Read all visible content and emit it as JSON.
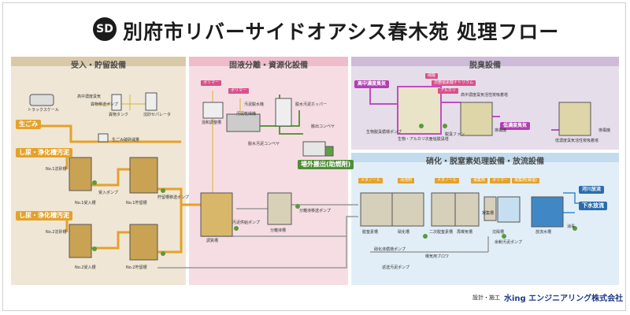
{
  "title": "別府市リバーサイドオアシス春木苑 処理フロー",
  "logo_text": "SD",
  "sections": {
    "receive": "受入・貯留設備",
    "solid": "固液分離・資源化設備",
    "deodor": "脱臭設備",
    "nitri": "硝化・脱窒素処理設備・放流設備"
  },
  "inputs": {
    "garbage": "生ごみ",
    "sludge1": "し尿・浄化槽汚泥",
    "sludge2": "し尿・浄化槽汚泥"
  },
  "receive_labels": {
    "truck": "トラックスケール",
    "tank1": "No.1沈砂槽",
    "recv1": "No.1受入槽",
    "store1": "No.1貯留槽",
    "tank2": "No.2沈砂槽",
    "recv2": "No.2受入槽",
    "store2": "No.2貯留槽",
    "pump_recv": "受入ポンプ",
    "pump_store": "貯留槽移送ポンプ",
    "garbage_unit": "生ごみ破砕減量",
    "high_gas": "高中濃度臭気",
    "sep_tank": "異物タンク",
    "sep_pump": "異物移送ポンプ",
    "grit": "沈砂セパレータ"
  },
  "solid_labels": {
    "polymer1": "ポリマー",
    "polymer2": "ポリマー",
    "mixer": "混和調整槽",
    "press": "汚泥脱水機",
    "dryer": "汚泥乾燥機",
    "hopper": "脱水汚泥ホッパー",
    "conveyor": "搬出コンベヤ",
    "cake_conv": "脱水汚泥コンベヤ",
    "carry_out": "場外搬出(助燃剤)",
    "reg_tank": "調質槽",
    "sep_tank": "分離液槽",
    "pump_sep": "分離液移送ポンプ",
    "pump_feed": "汚泥供給ポンプ"
  },
  "deodor_labels": {
    "high": "高中濃度臭気",
    "low": "低濃度臭気",
    "acid": "硫酸",
    "alkali": "アルカリ",
    "naclo": "次亜塩素酸ナトリウム",
    "scrubber": "生物・アルカリ次亜塩脱臭塔",
    "carbon1": "高中濃度臭気活性炭吸着塔",
    "carbon2": "低濃度臭気活性炭吸着塔",
    "fan1": "排風機",
    "fan2": "排風機",
    "pump_circ": "生物脱臭循環ポンプ",
    "fan_blow": "脱臭ファン"
  },
  "nitri_labels": {
    "methanol": "メタノール",
    "defoam": "消泡剤",
    "metha2": "メタノール",
    "pac": "凝集剤",
    "polymer": "ポリマー",
    "coag": "凝集剤(鉄塩)",
    "denit": "脱窒素槽",
    "nitri": "硝化槽",
    "denit2": "二次脱窒素槽",
    "reaer": "再曝気槽",
    "sedi": "沈殿槽",
    "mix": "凝集槽",
    "disc": "放流水槽",
    "sludge_pump": "返送汚泥ポンプ",
    "sludge2": "余剰汚泥ポンプ",
    "blower": "曝気用ブロワ",
    "circ_pump": "硝化液循環ポンプ",
    "disinf": "消毒",
    "river": "河川放流",
    "sewer": "下水放流"
  },
  "maker_prefix": "設計・施工",
  "maker_name": "水ing エンジニアリング株式会社"
}
